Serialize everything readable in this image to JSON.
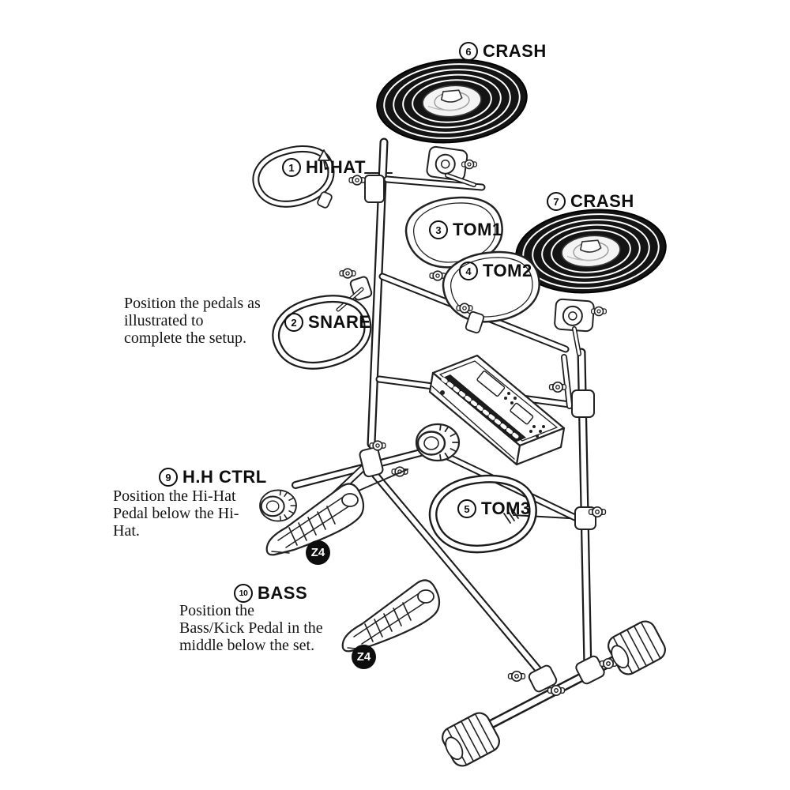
{
  "colors": {
    "ink": "#1c1c1c",
    "pad_dark": "#141414",
    "paper": "#ffffff",
    "badge": "#0d0d0d"
  },
  "labels": {
    "crash_top": {
      "num": "6",
      "text": "CRASH"
    },
    "hihat": {
      "num": "1",
      "text": "HI-HAT"
    },
    "tom1": {
      "num": "3",
      "text": "TOM1"
    },
    "crash_right": {
      "num": "7",
      "text": "CRASH"
    },
    "tom2": {
      "num": "4",
      "text": "TOM2"
    },
    "snare": {
      "num": "2",
      "text": "SNARE"
    },
    "tom3": {
      "num": "5",
      "text": "TOM3"
    },
    "hh_ctrl": {
      "num": "9",
      "text": "H.H CTRL"
    },
    "bass": {
      "num": "10",
      "text": "BASS"
    }
  },
  "notes": {
    "pedals": "Position the pedals as\nillustrated to\ncomplete the setup.",
    "hihat_pedal": "Position the Hi-Hat\nPedal below the Hi-\nHat.",
    "bass_pedal": "Position the\nBass/Kick Pedal in the\nmiddle below the set."
  },
  "badges": {
    "z4": "Z4"
  }
}
